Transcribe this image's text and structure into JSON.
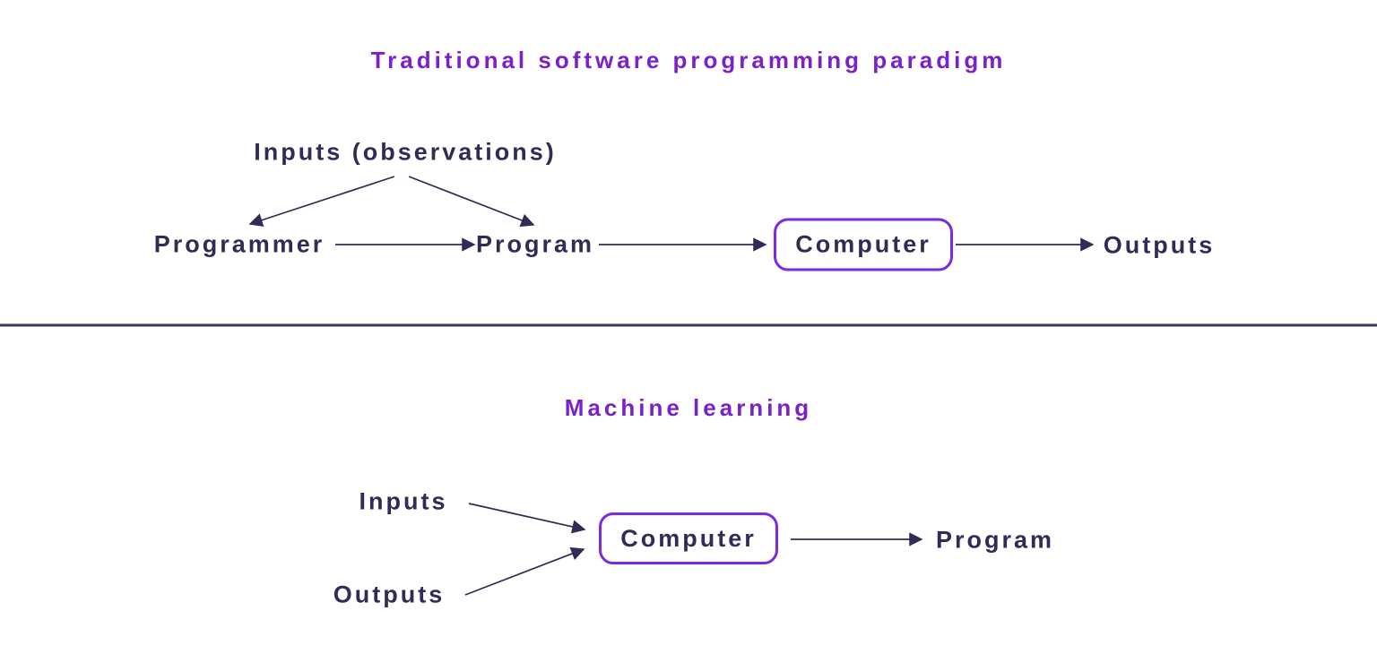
{
  "colors": {
    "background": "#ffffff",
    "title_purple": "#7b21c9",
    "label_dark": "#332a56",
    "box_border_violet": "#7d2ae8",
    "divider": "#3c3356"
  },
  "sections": {
    "traditional": {
      "title": "Traditional software programming paradigm",
      "nodes": {
        "inputs": "Inputs (observations)",
        "programmer": "Programmer",
        "program": "Program",
        "computer": "Computer",
        "outputs": "Outputs"
      }
    },
    "machine_learning": {
      "title": "Machine learning",
      "nodes": {
        "inputs": "Inputs",
        "outputs": "Outputs",
        "computer": "Computer",
        "program": "Program"
      }
    }
  }
}
